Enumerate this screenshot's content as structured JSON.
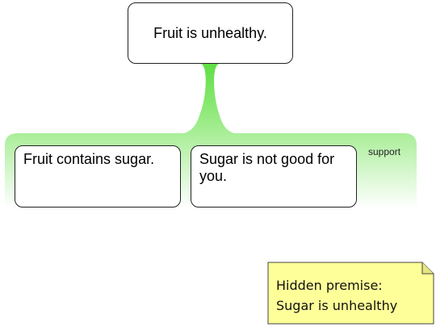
{
  "claim": {
    "text": "Fruit is unhealthy."
  },
  "support": {
    "label": "support",
    "color": "#5fdf45",
    "premises": [
      {
        "text": "Fruit contains sugar."
      },
      {
        "text": "Sugar is not good for you."
      }
    ]
  },
  "hidden_premise": {
    "title": "Hidden premise:",
    "text": "Sugar is unhealthy",
    "color": "#ffff99"
  }
}
